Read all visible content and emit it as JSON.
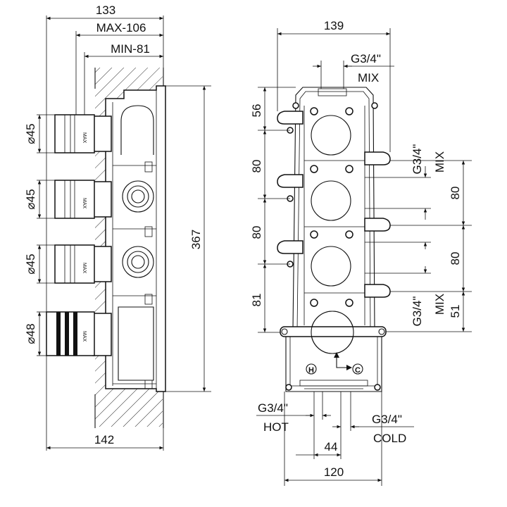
{
  "side_view": {
    "dims": {
      "width_total": "133",
      "max_depth": "MAX-106",
      "min_depth": "MIN-81",
      "height": "367",
      "base_width": "142"
    },
    "diameters": [
      "⌀45",
      "⌀45",
      "⌀45",
      "⌀48"
    ],
    "knob_marks": [
      "MAX",
      "MAX",
      "MAX",
      "MAX"
    ]
  },
  "front_view": {
    "dims": {
      "width_total": "139",
      "left_spacing": [
        "56",
        "80",
        "80",
        "81"
      ],
      "right_spacing": [
        "80",
        "80",
        "51"
      ],
      "bottom_width": "120",
      "inlet_spacing": "44"
    },
    "threads": {
      "mix_top": "G3/4\"",
      "mix_top_label": "MIX",
      "mix_right_upper": "G3/4\"",
      "mix_right_upper_label": "MIX",
      "mix_right_lower": "G3/4\"",
      "mix_right_lower_label": "MIX",
      "hot": "G3/4\"",
      "hot_label": "HOT",
      "cold": "G3/4\"",
      "cold_label": "COLD"
    },
    "port_letters": [
      "H",
      "C"
    ]
  }
}
